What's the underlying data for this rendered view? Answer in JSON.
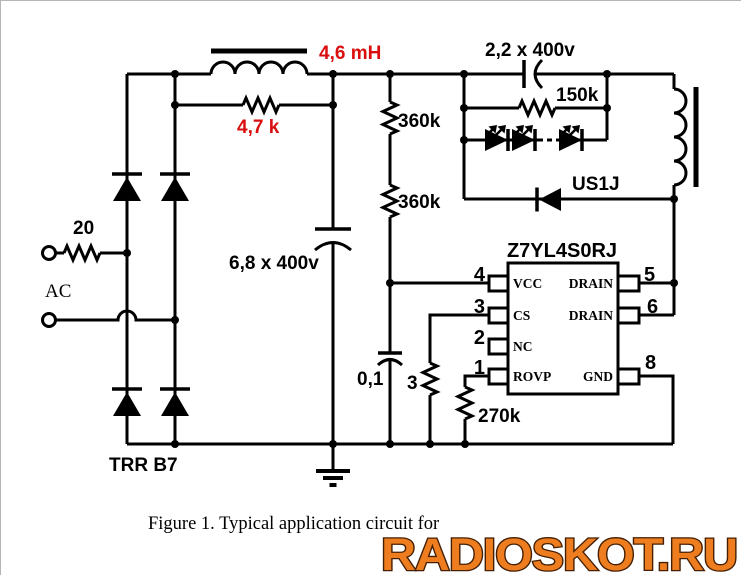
{
  "figure": {
    "caption": "Figure 1. Typical application circuit for",
    "watermark": "RADIOSKOT.RU"
  },
  "colors": {
    "wire": "#000000",
    "value_red": "#d90f0f",
    "watermark_fill": "#ed7d1e",
    "watermark_outline": "#451f03"
  },
  "components": {
    "ac_label": "AC",
    "input_resistor": "20",
    "bridge_label": "TRR B7",
    "emi_inductor": "4,6 mH",
    "damper_resistor": "4,7 k",
    "bulk_capacitor": "6,8 x 400v",
    "divider_resistors": [
      "360k",
      "360k"
    ],
    "coupling_capacitor": "2,2 x 400v",
    "led_parallel_resistor": "150k",
    "freewheel_diode": "US1J",
    "vcc_capacitor": "0,1",
    "cs_resistor": "3",
    "rovp_resistor": "270k"
  },
  "ic": {
    "part_number": "Z7YL4S0RJ",
    "left_pins": [
      {
        "num": "4",
        "label": "VCC"
      },
      {
        "num": "3",
        "label": "CS"
      },
      {
        "num": "2",
        "label": "NC"
      },
      {
        "num": "1",
        "label": "ROVP"
      }
    ],
    "right_pins": [
      {
        "num": "5",
        "label": "DRAIN"
      },
      {
        "num": "6",
        "label": "DRAIN"
      },
      {
        "num": "8",
        "label": "GND"
      }
    ]
  }
}
